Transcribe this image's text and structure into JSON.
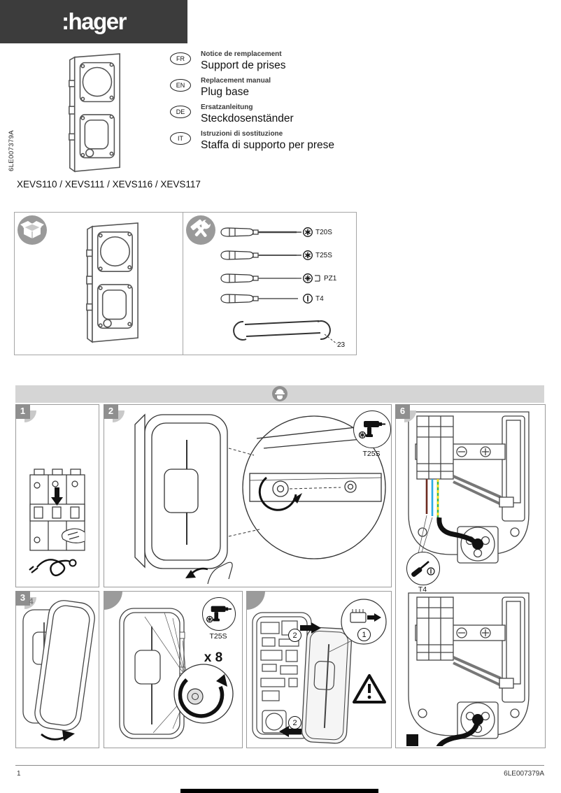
{
  "header": {
    "logo_text": ":hager"
  },
  "side_code": "6LE007379A",
  "intro": {
    "languages": [
      {
        "code": "FR",
        "subtitle": "Notice de remplacement",
        "title": "Support de prises"
      },
      {
        "code": "EN",
        "subtitle": "Replacement manual",
        "title": "Plug base"
      },
      {
        "code": "DE",
        "subtitle": "Ersatzanleitung",
        "title": "Steckdosenständer"
      },
      {
        "code": "IT",
        "subtitle": "Istruzioni di sostituzione",
        "title": "Staffa di supporto per prese"
      }
    ],
    "product_codes": "XEVS110 / XEVS111 / XEVS116 / XEVS117"
  },
  "tools_box": {
    "screwdrivers": [
      {
        "tip": "torx",
        "label": "T20S"
      },
      {
        "tip": "torx",
        "label": "T25S"
      },
      {
        "tip": "pozidriv",
        "label": "PZ1"
      },
      {
        "tip": "flat",
        "label": "T4"
      }
    ],
    "wrench_size": "23"
  },
  "instructions": {
    "panels": {
      "p1": {
        "number": "1"
      },
      "p2": {
        "number": "2",
        "tool_label": "T25S"
      },
      "p3": {
        "number": "3",
        "fold_number": "4"
      },
      "p4": {
        "repeat_label": "x 8",
        "tool_label": "T25S"
      },
      "p5": {
        "callout_1": "1",
        "callout_2": "2"
      },
      "p6": {
        "number": "6",
        "tool_label": "T4"
      }
    }
  },
  "footer": {
    "page_number": "1",
    "doc_ref": "6LE007379A"
  },
  "colors": {
    "brand_block": "#3c3c3c",
    "panel_border": "#9b9b9b",
    "badge_gray": "#8f8f8f",
    "header_bar_gray": "#d5d5d5",
    "icon_circle_gray": "#9a9a9a",
    "wire_brown": "#6d2a1f",
    "wire_blue": "#29abe2",
    "wire_green": "#3ab54a",
    "wire_yellow": "#f7e017"
  }
}
